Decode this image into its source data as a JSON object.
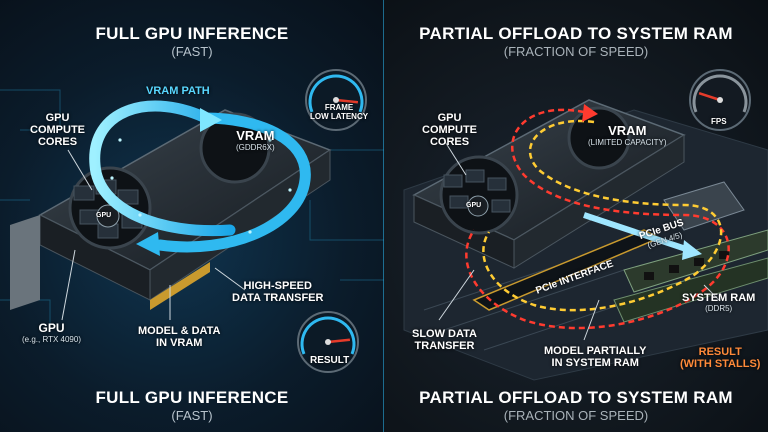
{
  "left": {
    "title_top": "FULL GPU INFERENCE",
    "subtitle_top": "(FAST)",
    "title_bottom": "FULL GPU INFERENCE",
    "subtitle_bottom": "(FAST)",
    "vram_path": "VRAM PATH",
    "gpu_compute_cores": [
      "GPU",
      "COMPUTE",
      "CORES"
    ],
    "vram": "VRAM",
    "vram_type": "(GDDR6X)",
    "gauge_label_1": "FRAME",
    "gauge_label_2": "LOW LATENCY",
    "high_speed": [
      "HIGH-SPEED",
      "DATA TRANSFER"
    ],
    "gpu_chip": "GPU",
    "gpu": "GPU",
    "gpu_example": "(e.g., RTX 4090)",
    "model_data": [
      "MODEL & DATA",
      "IN VRAM"
    ],
    "result": "RESULT"
  },
  "right": {
    "title_top": "PARTIAL OFFLOAD TO SYSTEM RAM",
    "subtitle_top": "(FRACTION OF SPEED)",
    "title_bottom": "PARTIAL OFFLOAD TO SYSTEM RAM",
    "subtitle_bottom": "(FRACTION OF SPEED)",
    "gpu_compute_cores": [
      "GPU",
      "COMPUTE",
      "CORES"
    ],
    "vram": "VRAM",
    "vram_type": "(LIMITED CAPACITY)",
    "fps": "FPS",
    "gpu_chip": "GPU",
    "pcie_bus": "PCIe BUS",
    "pcie_gen": "(GEN 4/5)",
    "pcie_interface": "PCIe INTERFACE",
    "system_ram": "SYSTEM RAM",
    "ram_type": "(DDR5)",
    "slow_transfer": [
      "SLOW DATA",
      "TRANSFER"
    ],
    "model_partial": [
      "MODEL PARTIALLY",
      "IN SYSTEM RAM"
    ],
    "result": [
      "RESULT",
      "(WITH STALLS)"
    ]
  },
  "colors": {
    "accent_cyan": "#3ec9ff",
    "accent_red": "#ff3b2f",
    "accent_yellow": "#ffcc33",
    "accent_orange": "#ff8a3a"
  },
  "gauges": {
    "left_top_level": 0.9,
    "left_bottom_level": 0.85,
    "right_top_level": 0.2
  }
}
